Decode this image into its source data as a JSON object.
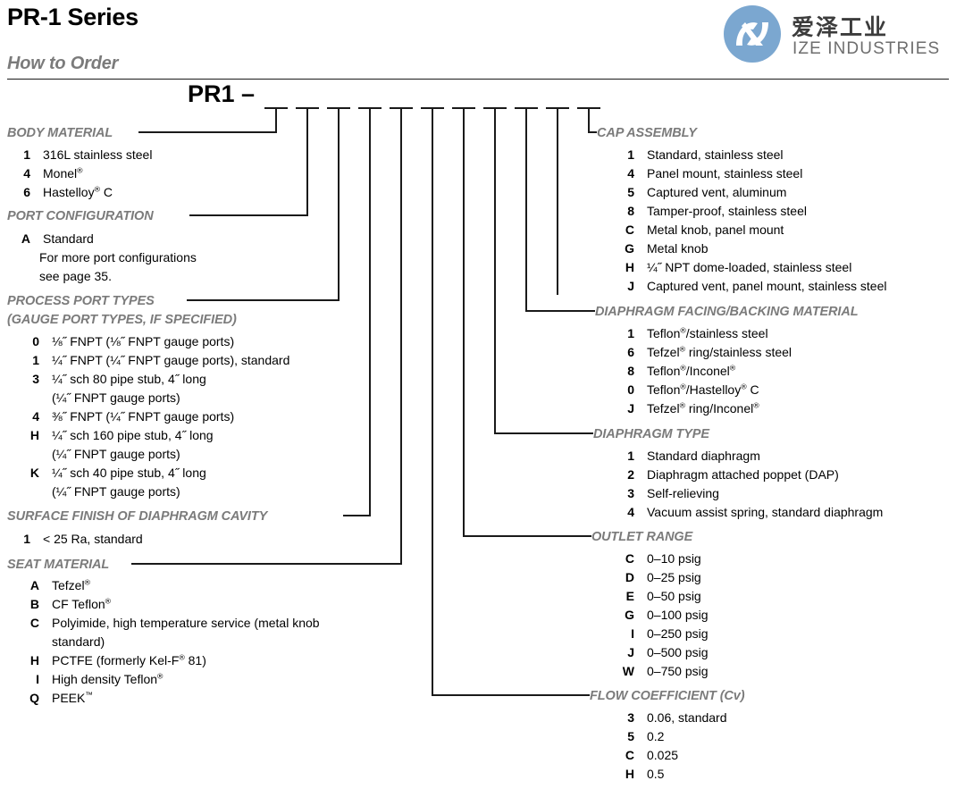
{
  "header": {
    "title": "PR-1 Series",
    "subtitle": "How to Order",
    "code_prefix": "PR1 –"
  },
  "logo": {
    "icon": "ize-industries-logo-icon",
    "cn_name": "爱泽工业",
    "en_name": "IZE INDUSTRIES",
    "circle_color": "#7ba7d0",
    "text_color": "#3c3c3c"
  },
  "colors": {
    "heading_gray": "#7b7b7b",
    "body_black": "#000000",
    "rule": "#1a1a1a"
  },
  "sections": {
    "body_material": {
      "heading": "BODY MATERIAL",
      "options": [
        {
          "code": "1",
          "desc": "316L stainless steel"
        },
        {
          "code": "4",
          "desc": "Monel®"
        },
        {
          "code": "6",
          "desc": "Hastelloy® C"
        }
      ]
    },
    "port_configuration": {
      "heading": "PORT CONFIGURATION",
      "options": [
        {
          "code": "A",
          "desc": "Standard"
        }
      ],
      "notes": [
        "For more port configurations",
        "see page 35."
      ]
    },
    "process_port_types": {
      "heading": "PROCESS PORT TYPES",
      "heading2": "(GAUGE PORT TYPES, IF SPECIFIED)",
      "options": [
        {
          "code": "0",
          "desc": "⅛˝ FNPT (⅛˝ FNPT gauge ports)"
        },
        {
          "code": "1",
          "desc": "¼˝ FNPT (¼˝ FNPT gauge ports), standard"
        },
        {
          "code": "3",
          "desc": "¼˝ sch 80 pipe stub, 4˝ long",
          "desc2": "(¼˝ FNPT gauge ports)"
        },
        {
          "code": "4",
          "desc": "⅜˝ FNPT (¼˝ FNPT gauge ports)"
        },
        {
          "code": "H",
          "desc": "¼˝ sch 160 pipe stub, 4˝ long",
          "desc2": "(¼˝ FNPT gauge ports)"
        },
        {
          "code": "K",
          "desc": "¼˝ sch 40 pipe stub, 4˝ long",
          "desc2": "(¼˝ FNPT gauge ports)"
        }
      ]
    },
    "surface_finish": {
      "heading": "SURFACE FINISH OF DIAPHRAGM CAVITY",
      "options": [
        {
          "code": "1",
          "desc": "< 25 Ra, standard"
        }
      ]
    },
    "seat_material": {
      "heading": "SEAT MATERIAL",
      "options": [
        {
          "code": "A",
          "desc": "Tefzel®"
        },
        {
          "code": "B",
          "desc": "CF Teflon®"
        },
        {
          "code": "C",
          "desc": "Polyimide, high temperature service (metal knob",
          "desc2": "standard)"
        },
        {
          "code": "H",
          "desc": "PCTFE (formerly Kel-F® 81)"
        },
        {
          "code": "I",
          "desc": "High density Teflon®"
        },
        {
          "code": "Q",
          "desc": "PEEK™"
        }
      ]
    },
    "cap_assembly": {
      "heading": "CAP ASSEMBLY",
      "options": [
        {
          "code": "1",
          "desc": "Standard, stainless steel"
        },
        {
          "code": "4",
          "desc": "Panel mount, stainless steel"
        },
        {
          "code": "5",
          "desc": "Captured vent, aluminum"
        },
        {
          "code": "8",
          "desc": "Tamper-proof, stainless steel"
        },
        {
          "code": "C",
          "desc": "Metal knob, panel mount"
        },
        {
          "code": "G",
          "desc": "Metal knob"
        },
        {
          "code": "H",
          "desc": "¼˝ NPT dome-loaded, stainless steel"
        },
        {
          "code": "J",
          "desc": "Captured vent, panel mount, stainless steel"
        }
      ]
    },
    "diaphragm_facing": {
      "heading": "DIAPHRAGM FACING/BACKING MATERIAL",
      "options": [
        {
          "code": "1",
          "desc": "Teflon®/stainless steel"
        },
        {
          "code": "6",
          "desc": "Tefzel® ring/stainless steel"
        },
        {
          "code": "8",
          "desc": "Teflon®/Inconel®"
        },
        {
          "code": "0",
          "desc": "Teflon®/Hastelloy® C"
        },
        {
          "code": "J",
          "desc": "Tefzel® ring/Inconel®"
        }
      ]
    },
    "diaphragm_type": {
      "heading": "DIAPHRAGM TYPE",
      "options": [
        {
          "code": "1",
          "desc": "Standard diaphragm"
        },
        {
          "code": "2",
          "desc": "Diaphragm attached poppet (DAP)"
        },
        {
          "code": "3",
          "desc": "Self-relieving"
        },
        {
          "code": "4",
          "desc": "Vacuum assist spring, standard diaphragm"
        }
      ]
    },
    "outlet_range": {
      "heading": "OUTLET RANGE",
      "options": [
        {
          "code": "C",
          "desc": "0–10 psig"
        },
        {
          "code": "D",
          "desc": "0–25 psig"
        },
        {
          "code": "E",
          "desc": "0–50 psig"
        },
        {
          "code": "G",
          "desc": "0–100 psig"
        },
        {
          "code": "I",
          "desc": "0–250 psig"
        },
        {
          "code": "J",
          "desc": "0–500 psig"
        },
        {
          "code": "W",
          "desc": "0–750 psig"
        }
      ]
    },
    "flow_coefficient": {
      "heading": "FLOW COEFFICIENT (Cv)",
      "options": [
        {
          "code": "3",
          "desc": "0.06, standard"
        },
        {
          "code": "5",
          "desc": "0.2"
        },
        {
          "code": "C",
          "desc": "0.025"
        },
        {
          "code": "H",
          "desc": "0.5"
        }
      ]
    }
  }
}
